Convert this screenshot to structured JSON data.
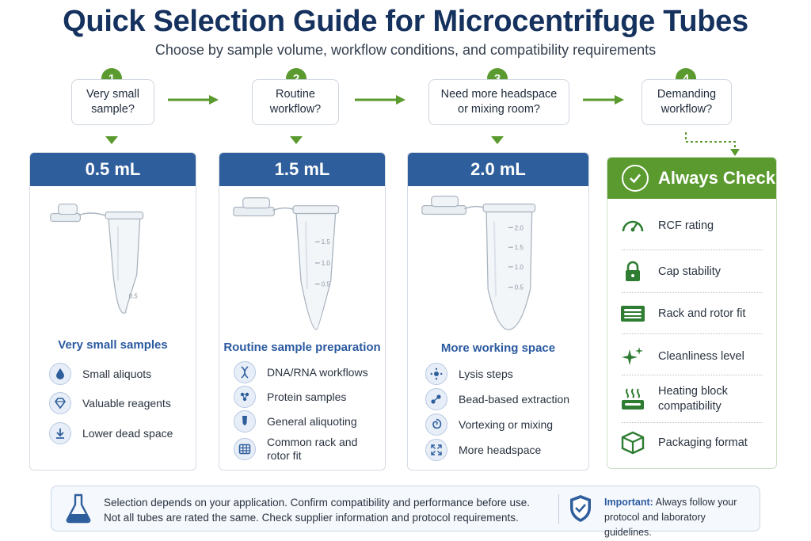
{
  "title": "Quick Selection Guide for Microcentrifuge Tubes",
  "subtitle": "Choose by sample volume, workflow conditions, and compatibility requirements",
  "steps": [
    {
      "number": "1",
      "line1": "Very small",
      "line2": "sample?"
    },
    {
      "number": "2",
      "line1": "Routine",
      "line2": "workflow?"
    },
    {
      "number": "3",
      "line1": "Need more headspace",
      "line2": "or mixing room?"
    },
    {
      "number": "4",
      "line1": "Demanding",
      "line2": "workflow?"
    }
  ],
  "cards": [
    {
      "volume": "0.5 mL",
      "tube_marks": [
        "0.5"
      ],
      "subtitle": "Very small samples",
      "features": [
        {
          "label": "Small aliquots",
          "icon": "droplet-icon"
        },
        {
          "label": "Valuable reagents",
          "icon": "diamond-icon"
        },
        {
          "label": "Lower dead space",
          "icon": "down-arrow-icon"
        }
      ]
    },
    {
      "volume": "1.5 mL",
      "tube_marks": [
        "1.5",
        "1.0",
        "0.5"
      ],
      "subtitle": "Routine sample preparation",
      "features": [
        {
          "label": "DNA/RNA workflows",
          "icon": "dna-icon"
        },
        {
          "label": "Protein samples",
          "icon": "protein-icon"
        },
        {
          "label": "General aliquoting",
          "icon": "tube-icon"
        },
        {
          "label1": "Common rack and",
          "label2": "rotor fit",
          "icon": "rack-icon"
        }
      ]
    },
    {
      "volume": "2.0 mL",
      "tube_marks": [
        "2.0",
        "1.5",
        "1.0",
        "0.5"
      ],
      "subtitle": "More working space",
      "features": [
        {
          "label": "Lysis steps",
          "icon": "lysis-icon"
        },
        {
          "label": "Bead-based extraction",
          "icon": "beads-icon"
        },
        {
          "label": "Vortexing or mixing",
          "icon": "vortex-icon"
        },
        {
          "label": "More headspace",
          "icon": "expand-icon"
        }
      ]
    }
  ],
  "check": {
    "title": "Always Check",
    "items": [
      {
        "label": "RCF rating",
        "icon": "gauge-icon"
      },
      {
        "label": "Cap stability",
        "icon": "lock-icon"
      },
      {
        "label": "Rack and rotor fit",
        "icon": "rack-icon"
      },
      {
        "label": "Cleanliness level",
        "icon": "sparkle-icon"
      },
      {
        "label1": "Heating block",
        "label2": "compatibility",
        "icon": "heating-block-icon"
      },
      {
        "label": "Packaging format",
        "icon": "box-icon"
      }
    ]
  },
  "footer": {
    "line1": "Selection depends on your application. Confirm compatibility and performance before use.",
    "line2": "Not all tubes are rated the same. Check supplier information and protocol requirements.",
    "important_label": "Important:",
    "important_text1": "Always follow your",
    "important_text2": "protocol and laboratory guidelines."
  },
  "colors": {
    "navy": "#15315e",
    "blue": "#2f5e9c",
    "green": "#5a9a2e"
  }
}
